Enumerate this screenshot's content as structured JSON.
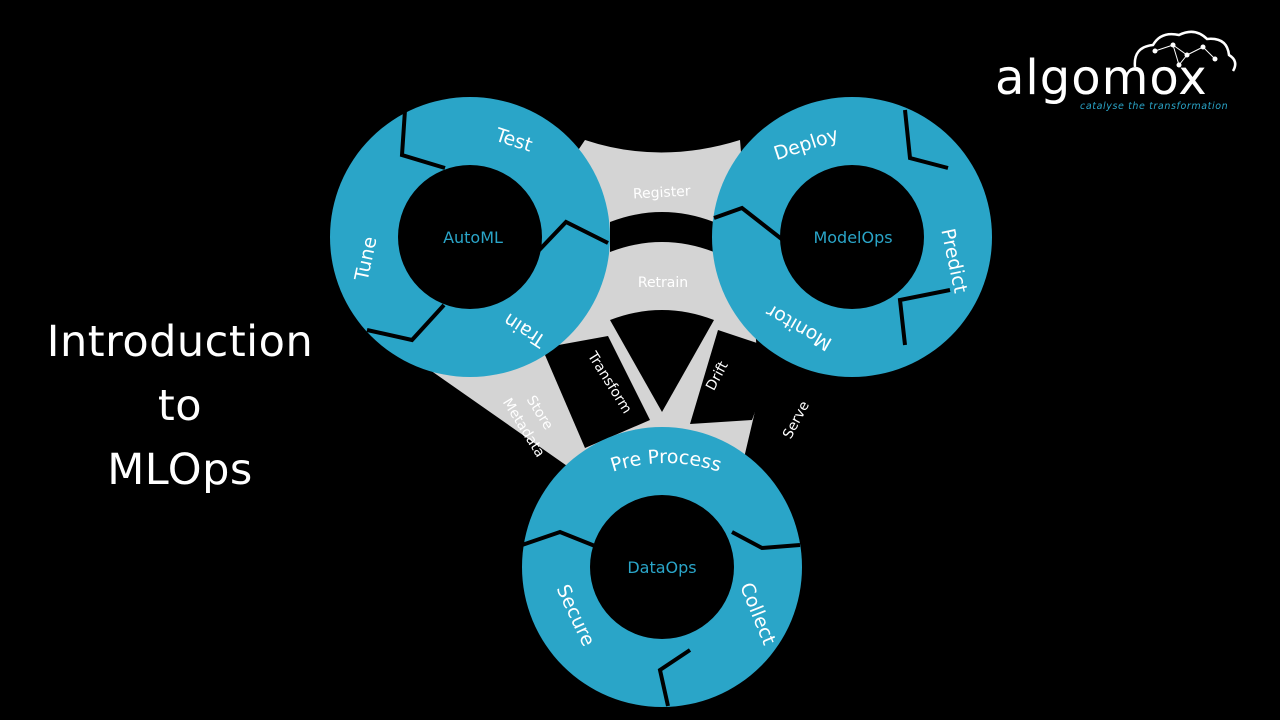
{
  "title": {
    "line1": "Introduction",
    "line2": "to",
    "line3": "MLOps"
  },
  "logo": {
    "wordmark": "algomox",
    "tagline": "catalyse the transformation",
    "icon": "cloud-network-icon"
  },
  "diagram": {
    "hubs": {
      "automl": "AutoML",
      "modelops": "ModelOps",
      "dataops": "DataOps"
    },
    "cycles": {
      "automl": [
        "Test",
        "Tune",
        "Train"
      ],
      "modelops": [
        "Deploy",
        "Predict",
        "Monitor"
      ],
      "dataops": [
        "Pre Process",
        "Secure",
        "Collect"
      ]
    },
    "connectors": {
      "register": "Register",
      "retrain": "Retrain",
      "transform": "Transform",
      "drift": "Drift",
      "store": "Store",
      "metadata": "Metadata",
      "serve": "Serve"
    }
  },
  "colors": {
    "background": "#000000",
    "ring": "#2aa5c8",
    "connector": "#d4d4d4",
    "hub": "#000000",
    "hub_text": "#2aa5c8",
    "text": "#ffffff"
  }
}
